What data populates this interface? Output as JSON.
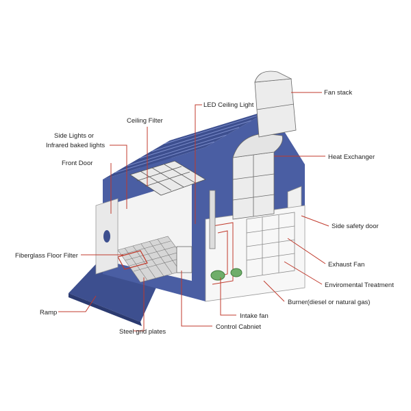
{
  "diagram": {
    "labels": {
      "fan_stack": "Fan stack",
      "led_ceiling_light": "LED Ceiling Light",
      "ceiling_filter": "Ceiling Filter",
      "side_lights_line1": "Side Lights or",
      "side_lights_line2": "Infrared baked lights",
      "front_door": "Front Door",
      "heat_exchanger": "Heat Exchanger",
      "side_safety_door": "Side safety door",
      "fiberglass_floor_filter": "Fiberglass Floor Filter",
      "exhaust_fan": "Exhaust Fan",
      "environmental_treatment": "Enviromental Treatment",
      "burner": "Burner(diesel or natural gas)",
      "ramp": "Ramp",
      "intake_fan": "Intake fan",
      "control_cabinet": "Control Cabniet",
      "steel_grid_plates": "Steel grid plates"
    },
    "colors": {
      "booth_blue": "#3d4f8f",
      "panel_blue": "#4a5ea3",
      "leader_red": "#c0392b",
      "duct_fill": "#ececec",
      "machine_green": "#6fae6a"
    }
  }
}
